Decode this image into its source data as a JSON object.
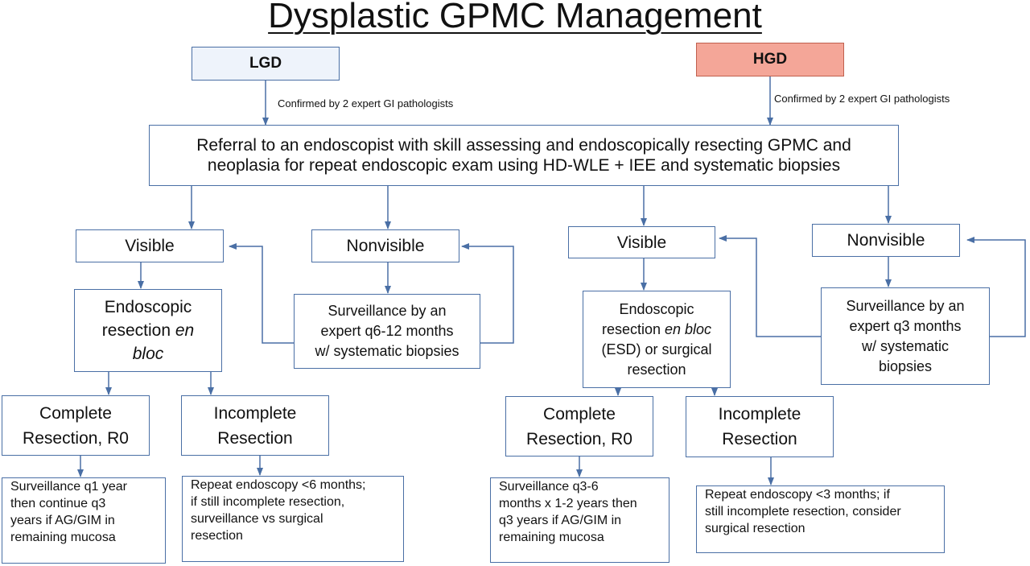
{
  "title": "Dysplastic GPMC Management",
  "lgd": {
    "label": "LGD",
    "confirm": "Confirmed by 2 expert GI pathologists"
  },
  "hgd": {
    "label": "HGD",
    "confirm": "Confirmed by 2 expert GI pathologists"
  },
  "referral": {
    "line1": "Referral to an endoscopist with skill assessing and endoscopically resecting GPMC and",
    "line2": "neoplasia for repeat endoscopic exam using HD-WLE + IEE and systematic biopsies"
  },
  "lgd_branch": {
    "visible": "Visible",
    "nonvisible": "Nonvisible",
    "resection": {
      "l1": "Endoscopic",
      "l2a": "resection ",
      "l2b": "en",
      "l3": "bloc"
    },
    "surveillance": {
      "l1": "Surveillance by an",
      "l2": "expert q6-12 months",
      "l3": "w/ systematic biopsies"
    },
    "complete": {
      "l1": "Complete",
      "l2": "Resection, R0"
    },
    "incomplete": {
      "l1": "Incomplete",
      "l2": "Resection"
    },
    "complete_plan": {
      "l1": "Surveillance q1 year",
      "l2": "then continue q3",
      "l3": "years if AG/GIM in",
      "l4": "remaining mucosa"
    },
    "incomplete_plan": {
      "l1": "Repeat endoscopy <6 months;",
      "l2": "if still incomplete resection,",
      "l3": "surveillance vs surgical",
      "l4": "resection"
    }
  },
  "hgd_branch": {
    "visible": "Visible",
    "nonvisible": "Nonvisible",
    "resection": {
      "l1": "Endoscopic",
      "l2a": "resection ",
      "l2b": "en bloc",
      "l3": "(ESD) or surgical",
      "l4": "resection"
    },
    "surveillance": {
      "l1": "Surveillance by an",
      "l2": "expert q3 months",
      "l3": "w/ systematic",
      "l4": "biopsies"
    },
    "complete": {
      "l1": "Complete",
      "l2": "Resection, R0"
    },
    "incomplete": {
      "l1": "Incomplete",
      "l2": "Resection"
    },
    "complete_plan": {
      "l1": "Surveillance q3-6",
      "l2": "months x 1-2 years then",
      "l3": "q3 years if AG/GIM in",
      "l4": "remaining mucosa"
    },
    "incomplete_plan": {
      "l1": "Repeat endoscopy <3 months; if",
      "l2": "still incomplete resection, consider",
      "l3": "surgical resection"
    }
  },
  "colors": {
    "lgd_fill": "#eef3fb",
    "hgd_fill": "#f4a698",
    "line": "#4a6fa5"
  }
}
